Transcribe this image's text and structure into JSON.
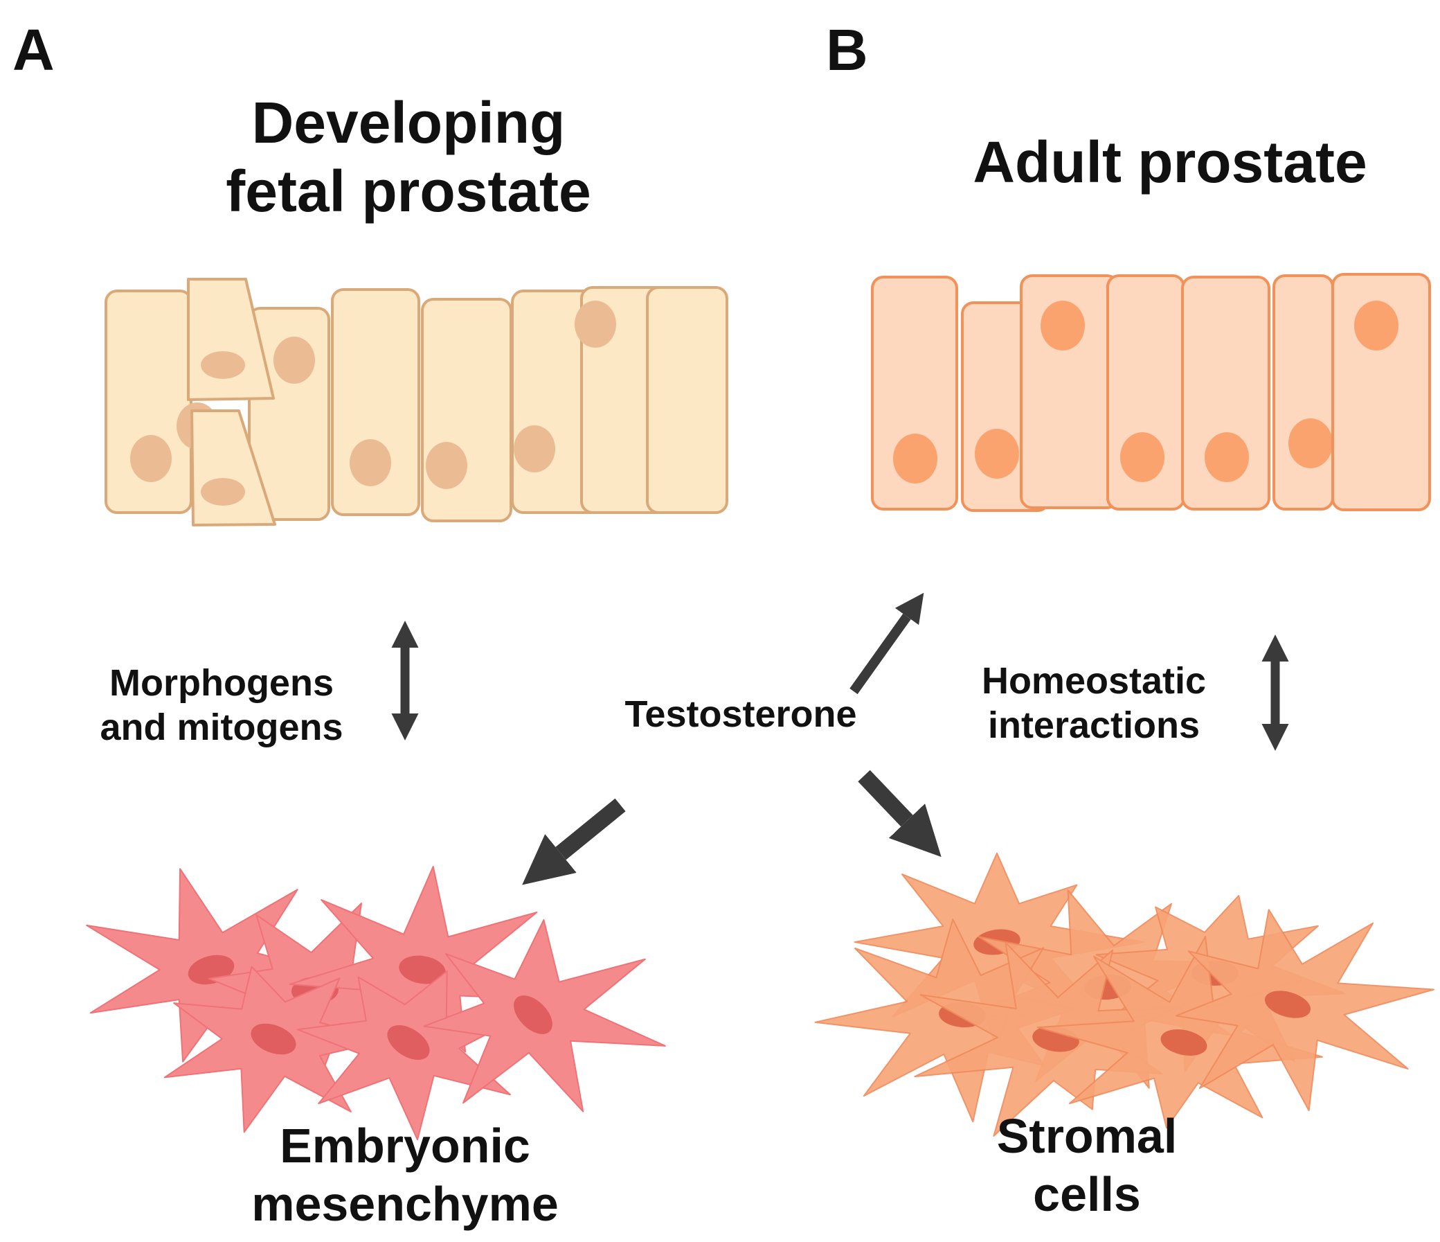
{
  "panels": {
    "a": {
      "letter": "A",
      "title_line1": "Developing",
      "title_line2": "fetal prostate",
      "signal_line1": "Morphogens",
      "signal_line2": "and mitogens",
      "bottom_line1": "Embryonic",
      "bottom_line2": "mesenchyme"
    },
    "b": {
      "letter": "B",
      "title": "Adult prostate",
      "signal_line1": "Homeostatic",
      "signal_line2": "interactions",
      "bottom_line1": "Stromal",
      "bottom_line2": "cells"
    }
  },
  "center_label": "Testosterone",
  "colors": {
    "fetal_epithelium_fill": "#FDE8C6",
    "fetal_epithelium_stroke": "#D9A97A",
    "fetal_nucleus": "#EBBC94",
    "adult_epithelium_fill": "#FDD7BE",
    "adult_epithelium_stroke": "#F0925A",
    "adult_nucleus": "#FBA36E",
    "mesenchyme_fill": "#F58A8C",
    "mesenchyme_nucleus": "#E05D60",
    "stromal_fill": "#F7A578",
    "stromal_nucleus": "#E0684A",
    "arrow": "#3A3A3A",
    "text": "#111111"
  }
}
